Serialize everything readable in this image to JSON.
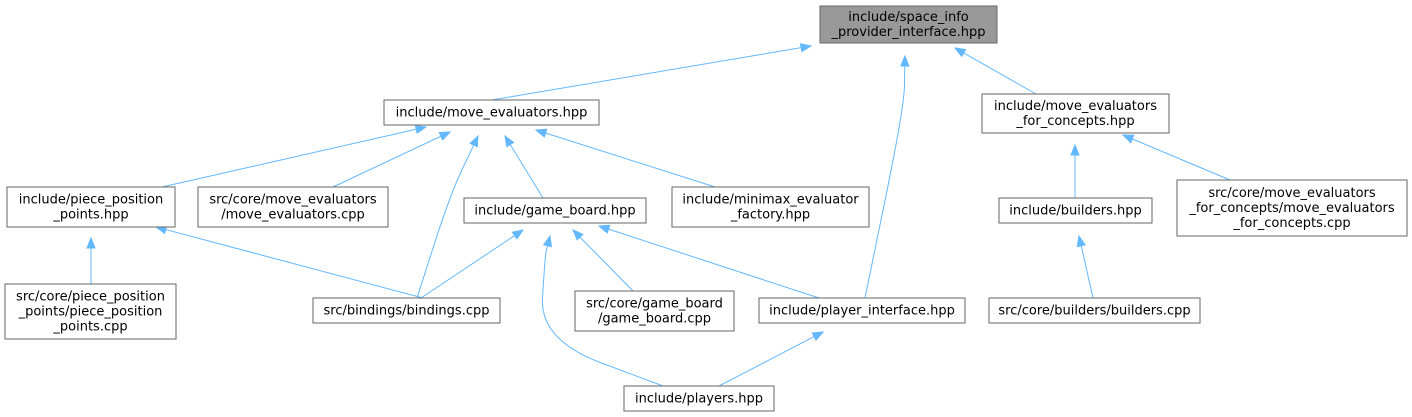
{
  "graph": {
    "nodes": [
      {
        "id": "space_info",
        "lines": [
          "include/space_info",
          "_provider_interface.hpp"
        ],
        "highlighted": true
      },
      {
        "id": "move_evaluators",
        "lines": [
          "include/move_evaluators.hpp"
        ]
      },
      {
        "id": "move_evaluators_concepts",
        "lines": [
          "include/move_evaluators",
          "_for_concepts.hpp"
        ]
      },
      {
        "id": "piece_position_points",
        "lines": [
          "include/piece_position",
          "_points.hpp"
        ]
      },
      {
        "id": "core_move_evaluators_cpp",
        "lines": [
          "src/core/move_evaluators",
          "/move_evaluators.cpp"
        ]
      },
      {
        "id": "game_board",
        "lines": [
          "include/game_board.hpp"
        ]
      },
      {
        "id": "minimax_factory",
        "lines": [
          "include/minimax_evaluator",
          "_factory.hpp"
        ]
      },
      {
        "id": "builders",
        "lines": [
          "include/builders.hpp"
        ]
      },
      {
        "id": "core_concepts_cpp",
        "lines": [
          "src/core/move_evaluators",
          "_for_concepts/move_evaluators",
          "_for_concepts.cpp"
        ]
      },
      {
        "id": "core_piece_points_cpp",
        "lines": [
          "src/core/piece_position",
          "_points/piece_position",
          "_points.cpp"
        ]
      },
      {
        "id": "bindings_cpp",
        "lines": [
          "src/bindings/bindings.cpp"
        ]
      },
      {
        "id": "core_game_board_cpp",
        "lines": [
          "src/core/game_board",
          "/game_board.cpp"
        ]
      },
      {
        "id": "player_interface",
        "lines": [
          "include/player_interface.hpp"
        ]
      },
      {
        "id": "builders_cpp",
        "lines": [
          "src/core/builders/builders.cpp"
        ]
      },
      {
        "id": "players",
        "lines": [
          "include/players.hpp"
        ]
      }
    ],
    "edges": [
      {
        "from": "move_evaluators",
        "to": "space_info"
      },
      {
        "from": "player_interface",
        "to": "space_info"
      },
      {
        "from": "move_evaluators_concepts",
        "to": "space_info"
      },
      {
        "from": "piece_position_points",
        "to": "move_evaluators"
      },
      {
        "from": "core_move_evaluators_cpp",
        "to": "move_evaluators"
      },
      {
        "from": "bindings_cpp",
        "to": "move_evaluators"
      },
      {
        "from": "game_board",
        "to": "move_evaluators"
      },
      {
        "from": "minimax_factory",
        "to": "move_evaluators"
      },
      {
        "from": "builders",
        "to": "move_evaluators_concepts"
      },
      {
        "from": "core_concepts_cpp",
        "to": "move_evaluators_concepts"
      },
      {
        "from": "core_piece_points_cpp",
        "to": "piece_position_points"
      },
      {
        "from": "bindings_cpp",
        "to": "piece_position_points"
      },
      {
        "from": "bindings_cpp",
        "to": "game_board"
      },
      {
        "from": "core_game_board_cpp",
        "to": "game_board"
      },
      {
        "from": "player_interface",
        "to": "game_board"
      },
      {
        "from": "players",
        "to": "game_board"
      },
      {
        "from": "builders_cpp",
        "to": "builders"
      },
      {
        "from": "players",
        "to": "player_interface"
      }
    ],
    "colors": {
      "node_fill": "#ffffff",
      "highlight_fill": "#999999",
      "node_border": "#666666",
      "edge": "#63b8ff",
      "text": "#000000"
    }
  }
}
